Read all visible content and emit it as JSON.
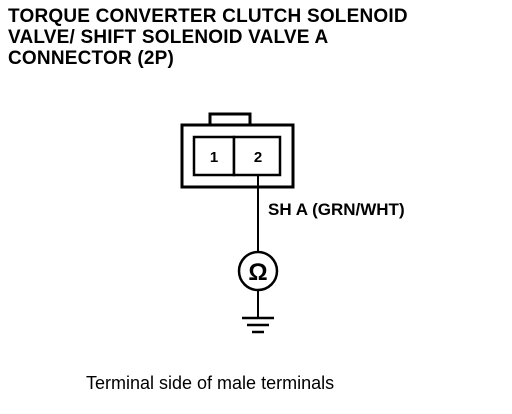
{
  "title": {
    "line1": "TORQUE CONVERTER CLUTCH SOLENOID",
    "line2": "VALVE/ SHIFT SOLENOID VALVE A",
    "line3": "CONNECTOR (2P)"
  },
  "connector": {
    "pins": [
      {
        "label": "1"
      },
      {
        "label": "2"
      }
    ]
  },
  "wire": {
    "label": "SH A (GRN/WHT)"
  },
  "meter": {
    "symbol": "Ω"
  },
  "caption": "Terminal side of male terminals"
}
